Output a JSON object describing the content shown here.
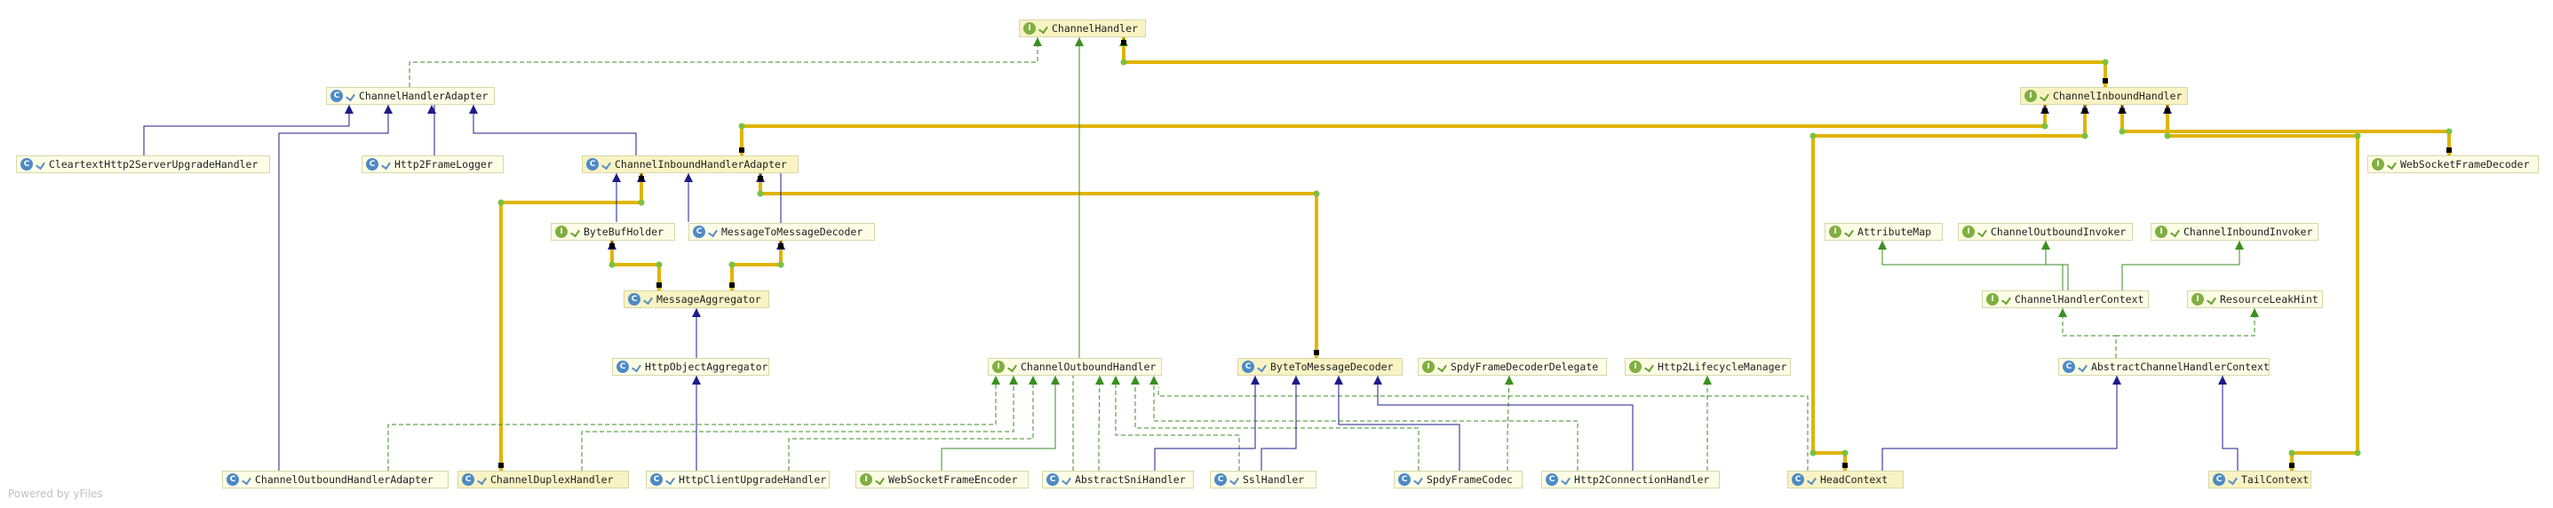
{
  "footer": "Powered by yFiles",
  "colors": {
    "implements": "#3a8f1f",
    "extends": "#1c1c8a",
    "highlight_path": "#e0b400",
    "node_fill": "#fdfde6"
  },
  "nodes": [
    {
      "id": "ChannelHandler",
      "label": "ChannelHandler",
      "kind": "I"
    },
    {
      "id": "ChannelHandlerAdapter",
      "label": "ChannelHandlerAdapter",
      "kind": "C"
    },
    {
      "id": "ChannelInboundHandler",
      "label": "ChannelInboundHandler",
      "kind": "I"
    },
    {
      "id": "CleartextHttp2ServerUpgradeHandler",
      "label": "CleartextHttp2ServerUpgradeHandler",
      "kind": "C"
    },
    {
      "id": "Http2FrameLogger",
      "label": "Http2FrameLogger",
      "kind": "C"
    },
    {
      "id": "ChannelInboundHandlerAdapter",
      "label": "ChannelInboundHandlerAdapter",
      "kind": "C"
    },
    {
      "id": "WebSocketFrameDecoder",
      "label": "WebSocketFrameDecoder",
      "kind": "I"
    },
    {
      "id": "ByteBufHolder",
      "label": "ByteBufHolder",
      "kind": "I"
    },
    {
      "id": "MessageToMessageDecoder",
      "label": "MessageToMessageDecoder",
      "kind": "C"
    },
    {
      "id": "AttributeMap",
      "label": "AttributeMap",
      "kind": "I"
    },
    {
      "id": "ChannelOutboundInvoker",
      "label": "ChannelOutboundInvoker",
      "kind": "I"
    },
    {
      "id": "ChannelInboundInvoker",
      "label": "ChannelInboundInvoker",
      "kind": "I"
    },
    {
      "id": "MessageAggregator",
      "label": "MessageAggregator",
      "kind": "C"
    },
    {
      "id": "ChannelHandlerContext",
      "label": "ChannelHandlerContext",
      "kind": "I"
    },
    {
      "id": "ResourceLeakHint",
      "label": "ResourceLeakHint",
      "kind": "I"
    },
    {
      "id": "HttpObjectAggregator",
      "label": "HttpObjectAggregator",
      "kind": "C"
    },
    {
      "id": "ChannelOutboundHandler",
      "label": "ChannelOutboundHandler",
      "kind": "I"
    },
    {
      "id": "ByteToMessageDecoder",
      "label": "ByteToMessageDecoder",
      "kind": "C"
    },
    {
      "id": "SpdyFrameDecoderDelegate",
      "label": "SpdyFrameDecoderDelegate",
      "kind": "I"
    },
    {
      "id": "Http2LifecycleManager",
      "label": "Http2LifecycleManager",
      "kind": "I"
    },
    {
      "id": "AbstractChannelHandlerContext",
      "label": "AbstractChannelHandlerContext",
      "kind": "C"
    },
    {
      "id": "ChannelOutboundHandlerAdapter",
      "label": "ChannelOutboundHandlerAdapter",
      "kind": "C"
    },
    {
      "id": "ChannelDuplexHandler",
      "label": "ChannelDuplexHandler",
      "kind": "C"
    },
    {
      "id": "HttpClientUpgradeHandler",
      "label": "HttpClientUpgradeHandler",
      "kind": "C"
    },
    {
      "id": "WebSocketFrameEncoder",
      "label": "WebSocketFrameEncoder",
      "kind": "I"
    },
    {
      "id": "AbstractSniHandler",
      "label": "AbstractSniHandler",
      "kind": "C"
    },
    {
      "id": "SslHandler",
      "label": "SslHandler",
      "kind": "C"
    },
    {
      "id": "SpdyFrameCodec",
      "label": "SpdyFrameCodec",
      "kind": "C"
    },
    {
      "id": "Http2ConnectionHandler",
      "label": "Http2ConnectionHandler",
      "kind": "C"
    },
    {
      "id": "HeadContext",
      "label": "HeadContext",
      "kind": "C"
    },
    {
      "id": "TailContext",
      "label": "TailContext",
      "kind": "C"
    }
  ]
}
